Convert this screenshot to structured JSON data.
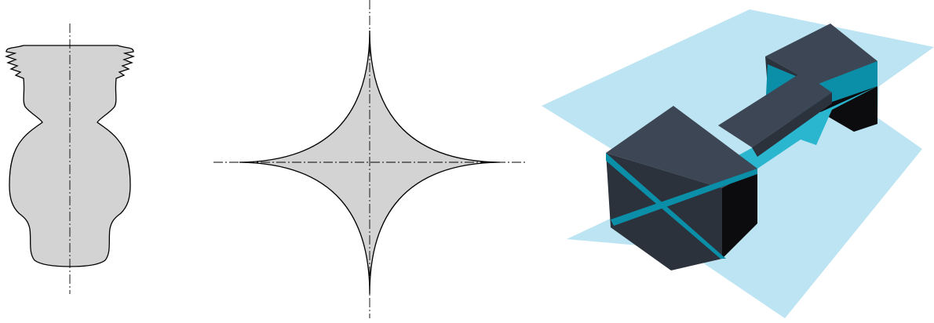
{
  "figure": {
    "panels": [
      {
        "id": "profile",
        "shape": "symmetric profile (wavy crest, waist, rounded base) with vertical axis of symmetry"
      },
      {
        "id": "astroid",
        "shape": "astroid with horizontal and vertical axes of symmetry"
      },
      {
        "id": "dumbbell",
        "shape": "3D block dumbbell cut by a diagonal plane"
      }
    ],
    "colors": {
      "fill": "#d3d3d3",
      "stroke": "#000000",
      "plane": "#bde4f2",
      "section": "#0b8fa8",
      "section_light": "#2bb6cf",
      "block_dark": "#2b323c",
      "block_mid": "#3c4654",
      "block_black": "#0c0c0e"
    },
    "line_styles": {
      "axis": "dash-dot"
    }
  }
}
